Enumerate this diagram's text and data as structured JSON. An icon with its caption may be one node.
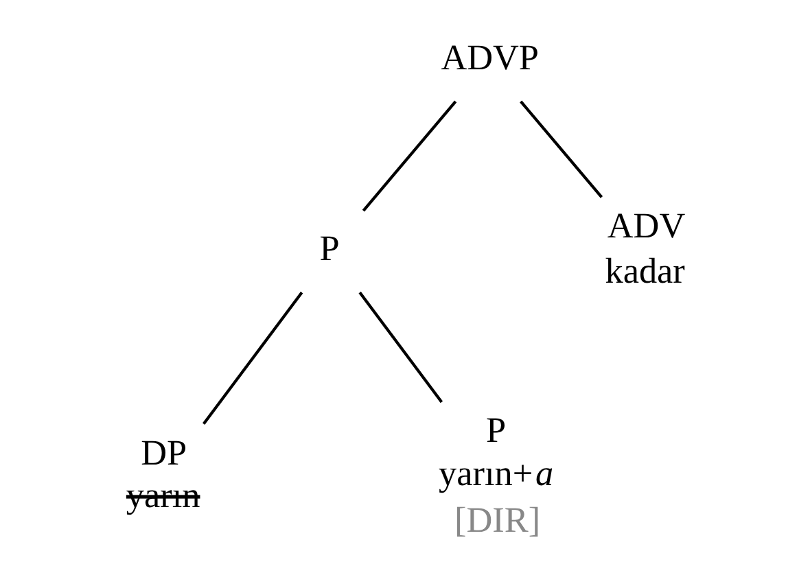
{
  "diagram": {
    "nodes": [
      {
        "text": [
          "ADVP"
        ]
      },
      {
        "text": [
          "P"
        ]
      },
      {
        "text": [
          "ADV",
          "kadar"
        ]
      },
      {
        "text": [
          "DP",
          "yarın"
        ]
      },
      {
        "text": [
          "P",
          "yarın+*a*",
          "[DIR]"
        ]
      }
    ],
    "edges": [
      {
        "from": 0,
        "to": 1,
        "arrow": "none"
      },
      {
        "from": 0,
        "to": 2,
        "arrow": "none"
      },
      {
        "from": 1,
        "to": 3,
        "arrow": "none"
      },
      {
        "from": 1,
        "to": 4,
        "arrow": "none"
      }
    ]
  }
}
